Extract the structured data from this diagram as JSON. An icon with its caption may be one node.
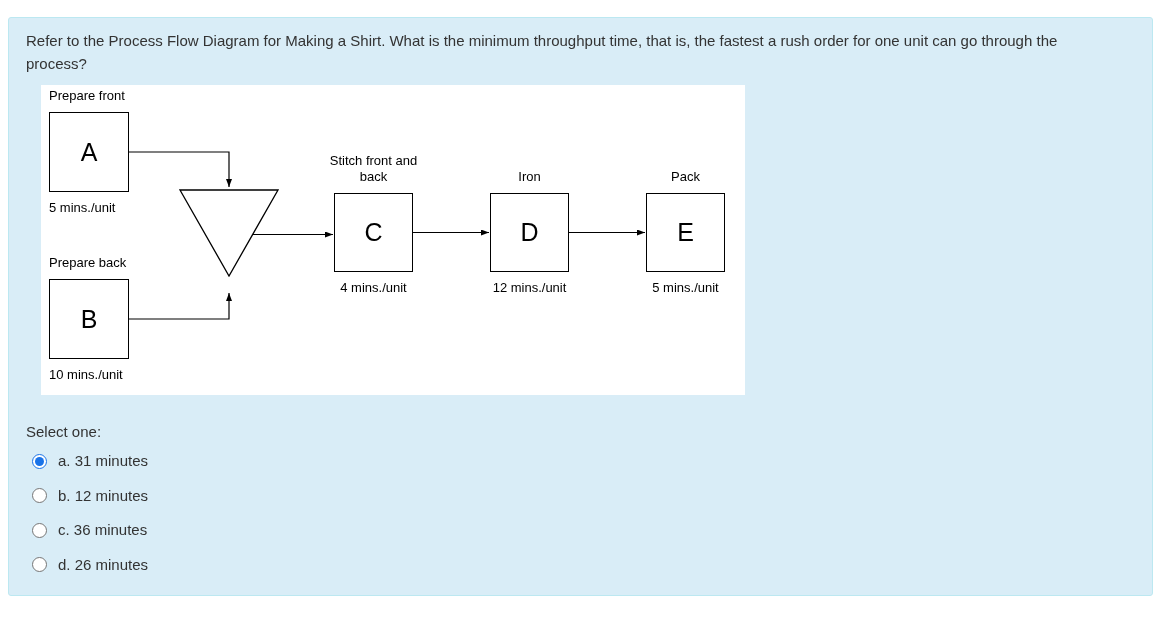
{
  "diagram": {
    "nodes": [
      {
        "text": [
          "Prepare front",
          "A"
        ],
        "beside": [
          "5 mins./unit"
        ]
      },
      {
        "text": [
          "Prepare back",
          "B"
        ],
        "beside": [
          "10 mins./unit"
        ]
      },
      {
        "text": [],
        "shape": "triangle"
      },
      {
        "text": [
          "Stitch front and back",
          "C"
        ],
        "beside": [
          "4 mins./unit"
        ]
      },
      {
        "text": [
          "Iron",
          "D"
        ],
        "beside": [
          "12 mins./unit"
        ]
      },
      {
        "text": [
          "Pack",
          "E"
        ],
        "beside": [
          "5 mins./unit"
        ]
      }
    ],
    "edges": [
      {
        "from": 0,
        "to": 2,
        "arrow": "to"
      },
      {
        "from": 1,
        "to": 2,
        "arrow": "to"
      },
      {
        "from": 2,
        "to": 3,
        "arrow": "to"
      },
      {
        "from": 3,
        "to": 4,
        "arrow": "to"
      },
      {
        "from": 4,
        "to": 5,
        "arrow": "to"
      }
    ],
    "labels": [
      "Refer to the Process Flow Diagram for Making a Shirt. What is the minimum throughput time, that is, the fastest a rush order for one unit can go through the process?",
      "Select one:",
      "a. 31 minutes",
      "b. 12 minutes",
      "c. 36 minutes",
      "d. 26 minutes"
    ]
  }
}
